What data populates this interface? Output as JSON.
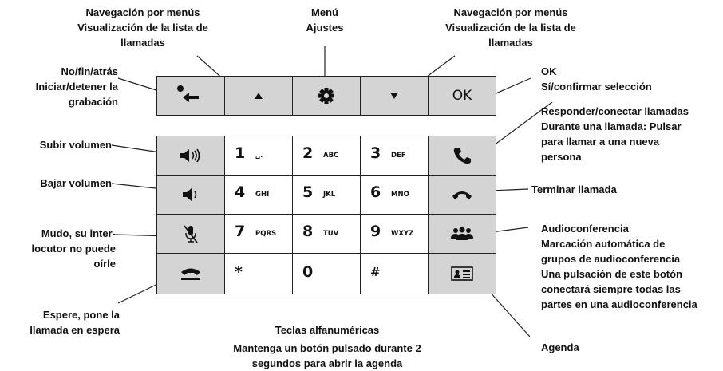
{
  "labels": {
    "menu_nav_left": [
      "Navegación por menús",
      "Visualización de la lista de",
      "llamadas"
    ],
    "menu_center": [
      "Menú",
      "Ajustes"
    ],
    "menu_nav_right": [
      "Navegación por menús",
      "Visualización de la lista de",
      "llamadas"
    ],
    "back": [
      "No/fin/atrás",
      "Iniciar/detener la",
      "grabación"
    ],
    "ok": [
      "OK",
      "Sí/confirmar selección"
    ],
    "answer": [
      "Responder/conectar llamadas",
      "Durante una llamada: Pulsar",
      "para llamar a una nueva",
      "persona"
    ],
    "vol_up": [
      "Subir volumen"
    ],
    "vol_down": [
      "Bajar volumen"
    ],
    "end_call": [
      "Terminar llamada"
    ],
    "mute": [
      "Mudo, su inter-",
      "locutor no puede",
      "oírle"
    ],
    "conference": [
      "Audioconferencia",
      "Marcación automática de",
      "grupos de audioconferencia",
      "Una pulsación de este botón",
      "conectará siempre todas las",
      "partes en una audioconferencia"
    ],
    "hold": [
      "Espere, pone la",
      "llamada en espera"
    ],
    "alnum": [
      "Teclas alfanuméricas",
      "Mantenga un botón pulsado durante 2",
      "segundos para abrir la agenda"
    ],
    "phonebook": [
      "Agenda"
    ]
  },
  "keys": {
    "ok": "OK",
    "k1": {
      "digit": "1",
      "letters": "␣."
    },
    "k2": {
      "digit": "2",
      "letters": "ABC"
    },
    "k3": {
      "digit": "3",
      "letters": "DEF"
    },
    "k4": {
      "digit": "4",
      "letters": "GHI"
    },
    "k5": {
      "digit": "5",
      "letters": "JKL"
    },
    "k6": {
      "digit": "6",
      "letters": "MNO"
    },
    "k7": {
      "digit": "7",
      "letters": "PQRS"
    },
    "k8": {
      "digit": "8",
      "letters": "TUV"
    },
    "k9": {
      "digit": "9",
      "letters": "WXYZ"
    },
    "kstar": {
      "digit": "*",
      "letters": ""
    },
    "k0": {
      "digit": "0",
      "letters": ""
    },
    "khash": {
      "digit": "#",
      "letters": ""
    }
  },
  "icons": {
    "back": "record-back-arrow-icon",
    "up": "arrow-up-icon",
    "menu": "gear-icon",
    "down": "arrow-down-icon",
    "vol_up": "speaker-loud-icon",
    "vol_down": "speaker-quiet-icon",
    "mute": "microphone-muted-icon",
    "hold": "hold-handset-icon",
    "answer": "handset-answer-icon",
    "end": "handset-hangup-icon",
    "conference": "group-icon",
    "phonebook": "contact-card-icon"
  }
}
